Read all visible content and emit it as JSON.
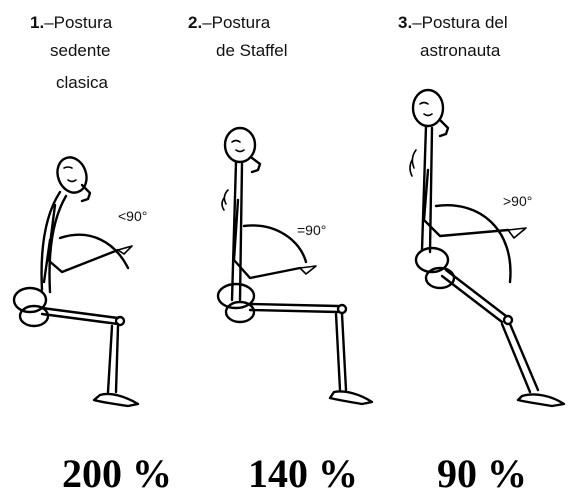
{
  "postures": [
    {
      "number": "1.",
      "title_line1": "–Postura",
      "title_line2": "sedente",
      "title_line3": "clasica",
      "angle": "<90°",
      "percentage": "200 %"
    },
    {
      "number": "2.",
      "title_line1": "–Postura",
      "title_line2": "de Staffel",
      "angle": "=90°",
      "percentage": "140 %"
    },
    {
      "number": "3.",
      "title_line1": "–Postura del",
      "title_line2": "astronauta",
      "angle": ">90°",
      "percentage": "90 %"
    }
  ]
}
